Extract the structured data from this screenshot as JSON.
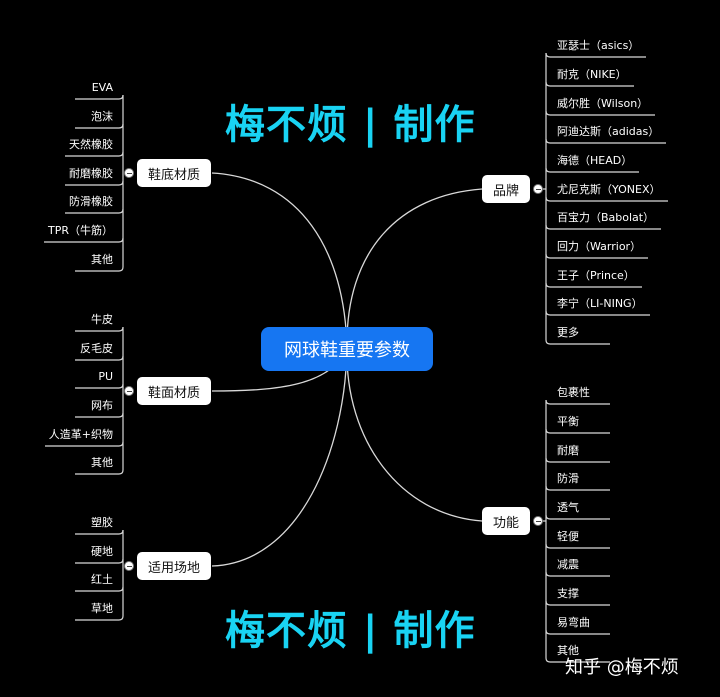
{
  "center": "网球鞋重要参数",
  "watermark": "梅不烦 | 制作",
  "credit": "知乎 @梅不烦",
  "colors": {
    "center": "#1676f2",
    "watermark": "#19d3f3",
    "background": "#000000"
  },
  "branches": {
    "brand": {
      "label": "品牌",
      "items": [
        "亚瑟士（asics）",
        "耐克（NIKE）",
        "威尔胜（Wilson）",
        "阿迪达斯（adidas）",
        "海德（HEAD）",
        "尤尼克斯（YONEX）",
        "百宝力（Babolat）",
        "回力（Warrior）",
        "王子（Prince）",
        "李宁（LI-NING）",
        "更多"
      ]
    },
    "function": {
      "label": "功能",
      "items": [
        "包裹性",
        "平衡",
        "耐磨",
        "防滑",
        "透气",
        "轻便",
        "减震",
        "支撑",
        "易弯曲",
        "其他"
      ]
    },
    "sole": {
      "label": "鞋底材质",
      "items": [
        "EVA",
        "泡沫",
        "天然橡胶",
        "耐磨橡胶",
        "防滑橡胶",
        "TPR（牛筋）",
        "其他"
      ]
    },
    "upper": {
      "label": "鞋面材质",
      "items": [
        "牛皮",
        "反毛皮",
        "PU",
        "网布",
        "人造革+织物",
        "其他"
      ]
    },
    "court": {
      "label": "适用场地",
      "items": [
        "塑胶",
        "硬地",
        "红土",
        "草地"
      ]
    }
  }
}
